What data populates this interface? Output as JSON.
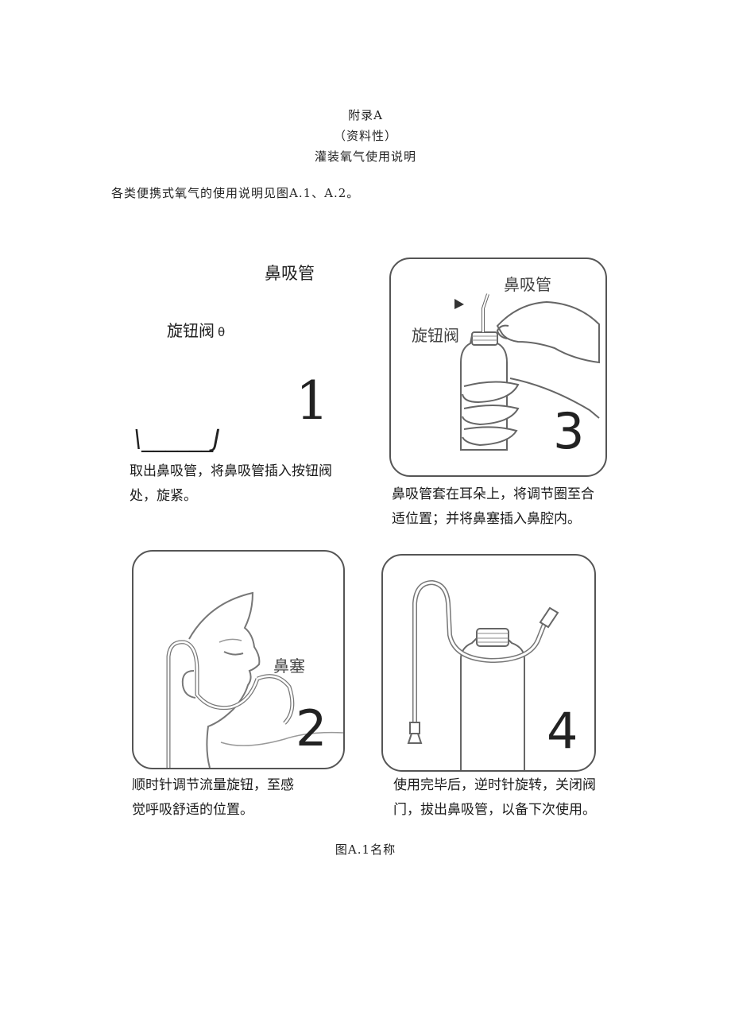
{
  "header": {
    "appendix": "附录A",
    "nature": "（资料性）",
    "title": "灌装氧气使用说明"
  },
  "intro": "各类便携式氧气的使用说明见图A.1、A.2。",
  "step1": {
    "tube_label": "鼻吸管",
    "valve_label": "旋钮阀",
    "valve_suffix": "θ",
    "number": "1",
    "artifact": "\\______J",
    "caption": "取出鼻吸管，将鼻吸管插入按钮阀处，旋紧。"
  },
  "step3": {
    "tube_label": "鼻吸管",
    "valve_label": "旋钮阀",
    "number": "3",
    "caption": "鼻吸管套在耳朵上，将调节圈至合适位置；并将鼻塞插入鼻腔内。"
  },
  "step2": {
    "plug_label": "鼻塞",
    "number": "2",
    "caption": "顺时针调节流量旋钮，至感觉呼吸舒适的位置。"
  },
  "step4": {
    "number": "4",
    "caption": "使用完毕后，逆时针旋转，关闭阀门，拔出鼻吸管，以备下次使用。"
  },
  "figure_caption": "图A.1名称"
}
